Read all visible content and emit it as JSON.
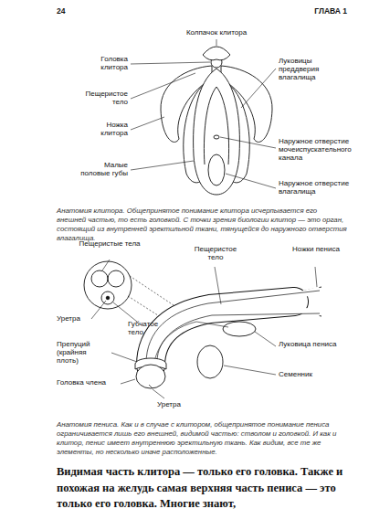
{
  "diagram": {
    "labels": [
      "24",
      "ГЛАВА 1",
      "Колпачок клитора",
      "Головка клитора",
      "Пещеристое тело",
      "Ножка клитора",
      "Малые половые губы",
      "Луковицы преддверия влагалища",
      "Наружное отверстие мочеиспускательного канала",
      "Наружное отверстие влагалища",
      "Анатомия клитора. Общепринятое понимание клитора исчерпывается его внешней частью, то есть головкой. С точки зрения биологии клитор — это орган, состоящий из внутренней эректильной ткани, тянущейся до наружного отверстия влагалища.",
      "Пещеристые тела",
      "Уретра",
      "Губчатое тело",
      "Препуций (крайняя плоть)",
      "Головка члена",
      "Уретра",
      "Пещеристое тело",
      "Ножки пениса",
      "Луковица пениса",
      "Семенник",
      "Анатомия пениса. Как и в случае с клитором, общепринятое понимание пениса ограничивается лишь его внешней, видимой частью: стволом и головкой. И как и клитор, пенис имеет внутреннюю эректильную ткань. Как видим, все те же элементы, но несколько иначе расположенные.",
      "Видимая часть клитора — только его головка. Также и похожая на желудь самая верхняя часть пениса — это только его головка. Многие знают,"
    ]
  }
}
